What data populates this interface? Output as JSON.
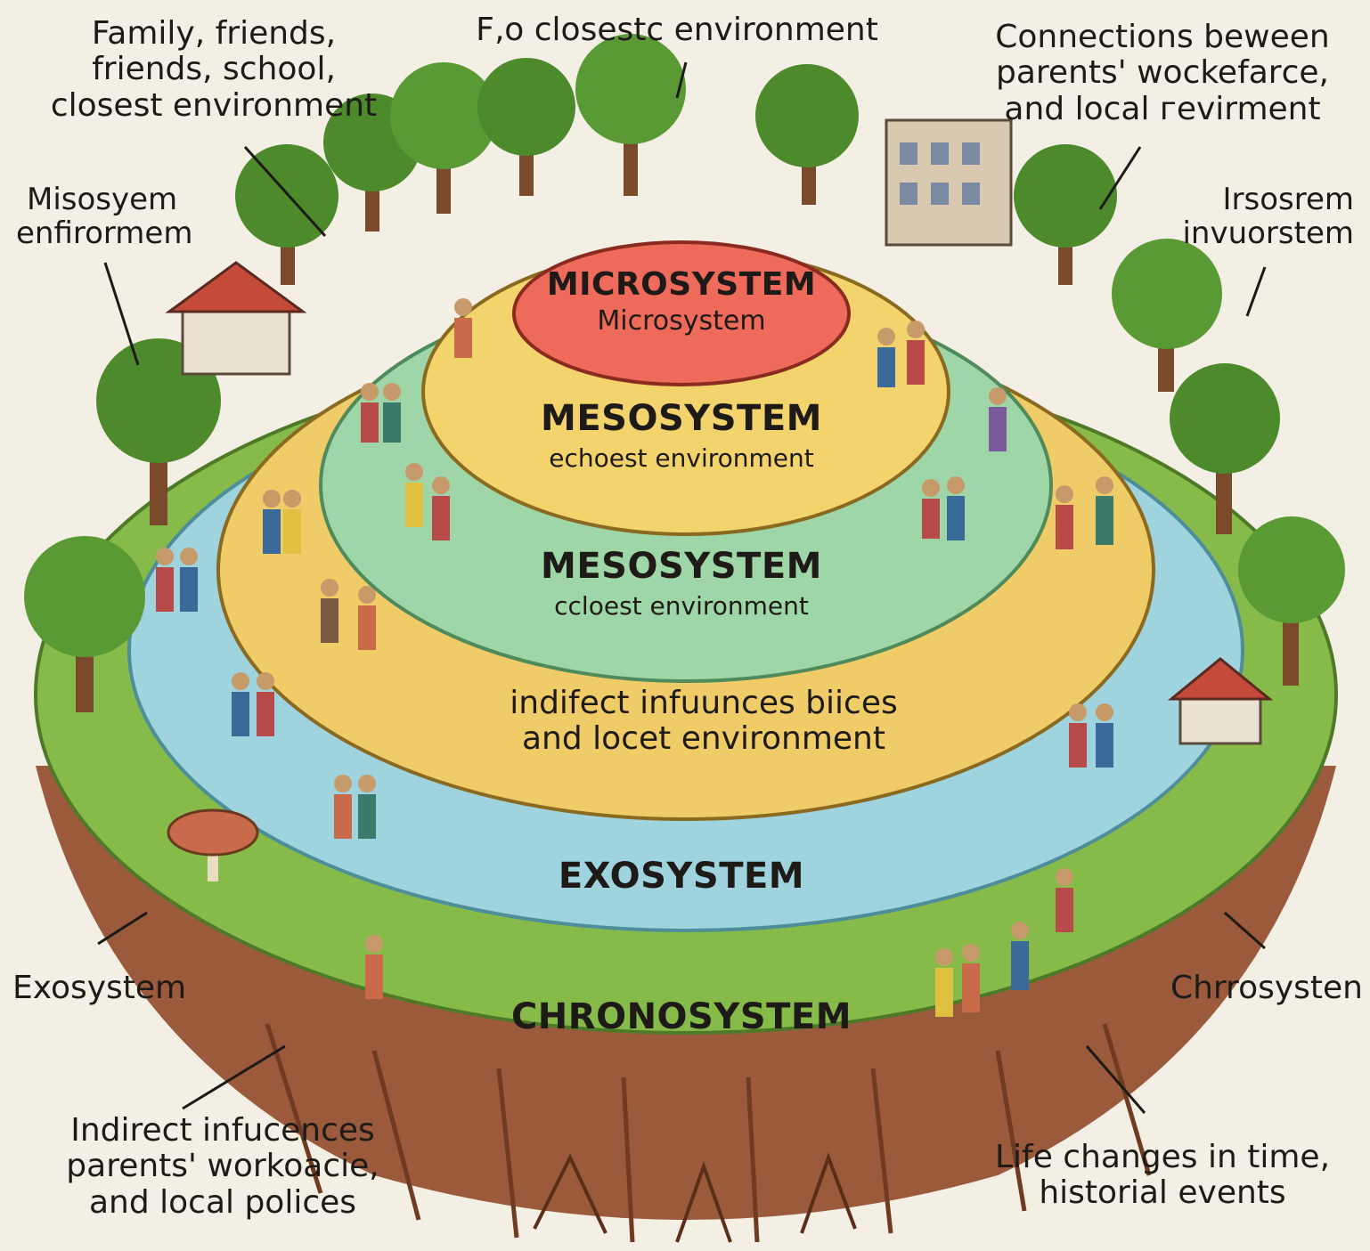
{
  "annotations": {
    "top_left": [
      "Family, friends,",
      "friends, school,",
      "closest environment"
    ],
    "top_center": "F‚o closestc environment",
    "top_right": [
      "Connections beweеn",
      "parents' woсkefarсe,",
      "and local гevirment"
    ],
    "mid_left": [
      "Misosyem",
      "enfirormem"
    ],
    "mid_right": [
      "Irsosrem",
      "invuorstem"
    ],
    "bottom_left_label": "Exosystem",
    "bottom_right_label": "Chrrosysten",
    "bottom_left": [
      "Indirect infucences",
      "parents' workoacie,",
      "and local polices"
    ],
    "bottom_right": [
      "Life changes in time,",
      "historial events"
    ]
  },
  "layers": {
    "micro": {
      "title": "MICROSYSTEM",
      "subtitle": "Microsystem"
    },
    "meso1": {
      "title": "MESOSYSTEM",
      "subtitle": "echoest environment"
    },
    "meso2": {
      "title": "MESOSYSTEM",
      "subtitle": "ccloest environment"
    },
    "exo_caption": {
      "line1": "indifect infuunces biices",
      "line2": "and locet environment"
    },
    "exo": {
      "title": "EXOSYSTEM"
    },
    "chrono": {
      "title": "CHRONOSYSTEM"
    }
  },
  "colors": {
    "background": "#f4efe4",
    "micro": "#ee6a5a",
    "meso_inner": "#f3d36b",
    "meso_outer": "#9fd6a8",
    "exo_ring": "#f0cc68",
    "macro_ring": "#9fd3dd",
    "chrono_grass": "#86bb4a",
    "soil": "#9a5a3b",
    "tree_canopy": "#4c8a2c",
    "trunk": "#7a4a2a"
  }
}
